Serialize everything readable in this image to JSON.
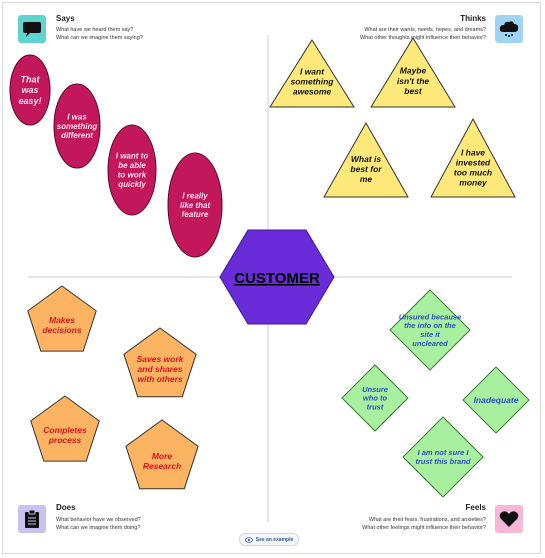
{
  "quadrants": {
    "says": {
      "title": "Says",
      "line1": "What have we heard them say?",
      "line2": "What can we imagine them saying?",
      "icon": "speech-bubble-icon",
      "icon_bg": "#5fd3cf"
    },
    "thinks": {
      "title": "Thinks",
      "line1": "What are their wants, needs, hopes, and dreams?",
      "line2": "What other thoughts might influence their behavior?",
      "icon": "thought-cloud-icon",
      "icon_bg": "#9fd4f2"
    },
    "does": {
      "title": "Does",
      "line1": "What behavior have we observed?",
      "line2": "What can we imagine them doing?",
      "icon": "clipboard-icon",
      "icon_bg": "#c7c2f0"
    },
    "feels": {
      "title": "Feels",
      "line1": "What are their fears, frustrations, and anxieties?",
      "line2": "What other feelings might influence their behavior?",
      "icon": "heart-icon",
      "icon_bg": "#f6b8d4"
    }
  },
  "center": {
    "label": "CUSTOMER",
    "color": "#6a2bd9"
  },
  "says_notes": [
    "That was easy!",
    "I was something different",
    "I want to be able to work quickly",
    "I really like that feature"
  ],
  "thinks_notes": [
    "I want something awesome",
    "Maybe isn't the best",
    "What is best for me",
    "I have invested too much money"
  ],
  "does_notes": [
    "Makes decisions",
    "Saves work and shares with others",
    "Completes process",
    "More Research"
  ],
  "feels_notes": [
    "Unsured because the info on the site it uncleared",
    "Unsure who to trust",
    "Inadequate",
    "I am not sure I trust this brand"
  ],
  "colors": {
    "says": "#c2185b",
    "thinks": "#fde97a",
    "does": "#fdb462",
    "feels": "#a8f0a0"
  },
  "footer": {
    "example_label": "See an example",
    "icon": "eye-icon"
  }
}
